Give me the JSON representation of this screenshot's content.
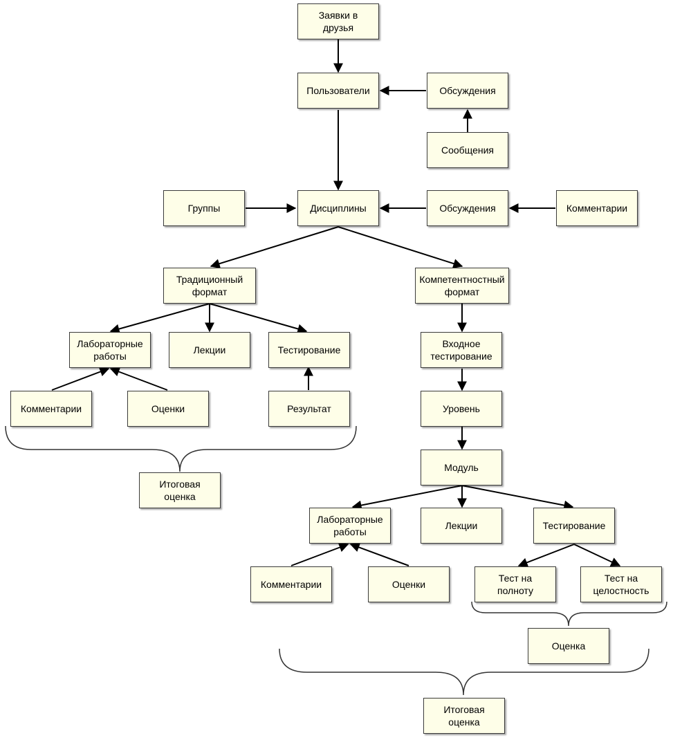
{
  "nodes": {
    "friend_requests": "Заявки в\nдрузья",
    "users": "Пользователи",
    "discussions_top": "Обсуждения",
    "messages": "Сообщения",
    "groups": "Группы",
    "disciplines": "Дисциплины",
    "discussions_mid": "Обсуждения",
    "comments_mid": "Комментарии",
    "traditional_format": "Традиционный\nформат",
    "competency_format": "Компетентностный\nформат",
    "trad_labs": "Лабораторные\nработы",
    "trad_lectures": "Лекции",
    "trad_testing": "Тестирование",
    "trad_comments": "Комментарии",
    "trad_grades": "Оценки",
    "trad_result": "Результат",
    "trad_final": "Итоговая\nоценка",
    "entry_testing": "Входное\nтестирование",
    "level": "Уровень",
    "module": "Модуль",
    "comp_labs": "Лабораторные\nработы",
    "comp_lectures": "Лекции",
    "comp_testing": "Тестирование",
    "comp_comments": "Комментарии",
    "comp_grades": "Оценки",
    "test_completeness": "Тест на\nполноту",
    "test_integrity": "Тест на\nцелостность",
    "comp_grade": "Оценка",
    "comp_final": "Итоговая\nоценка"
  },
  "colors": {
    "node_fill": "#fefee8",
    "node_border": "#3a3a3a",
    "edge": "#000000"
  }
}
